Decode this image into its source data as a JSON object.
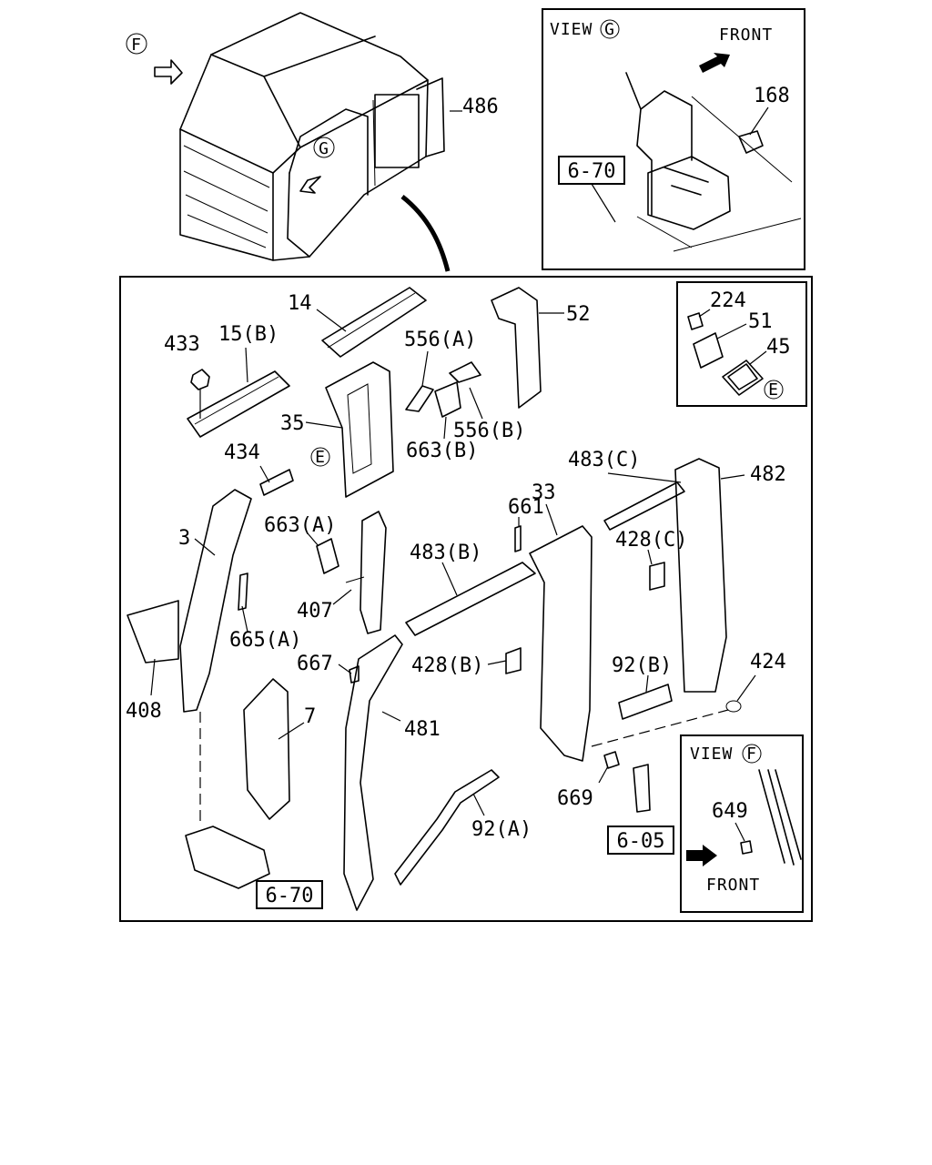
{
  "diagram": {
    "view_g": {
      "title": "VIEW",
      "letter": "G",
      "front": "FRONT",
      "labels": [
        "168"
      ],
      "ref": "6-70"
    },
    "view_f": {
      "title": "VIEW",
      "letter": "F",
      "front": "FRONT",
      "labels": [
        "649"
      ]
    },
    "inset": {
      "labels": [
        "224",
        "51",
        "45"
      ],
      "circle": "E"
    },
    "cab": {
      "arrow_letter": "F",
      "view_letter": "G",
      "label": "486"
    },
    "parts": [
      "14",
      "15(B)",
      "433",
      "556(A)",
      "52",
      "35",
      "556(B)",
      "663(B)",
      "434",
      "483(C)",
      "482",
      "661",
      "33",
      "3",
      "663(A)",
      "428(C)",
      "483(B)",
      "407",
      "665(A)",
      "408",
      "667",
      "428(B)",
      "92(B)",
      "424",
      "481",
      "7",
      "669",
      "92(A)",
      "6-70",
      "6-05"
    ],
    "e_marker": "E"
  }
}
